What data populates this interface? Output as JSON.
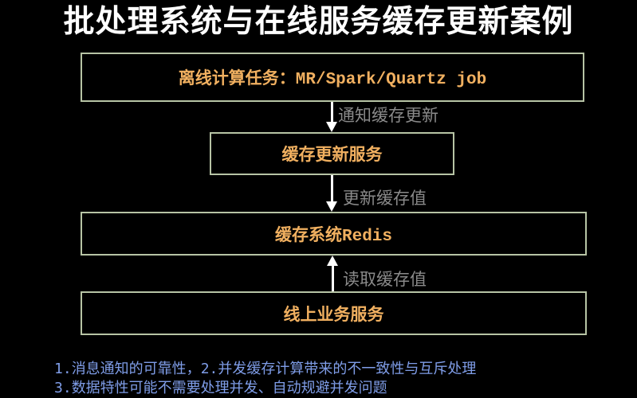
{
  "title": "批处理系统与在线服务缓存更新案例",
  "colors": {
    "background": "#000000",
    "title": "#ffffff",
    "box_border": "#b7c4a5",
    "box_label": "#f1b060",
    "edge_label": "#8a8a8a",
    "arrow": "#ffffff",
    "notes": "#7f9de8"
  },
  "nodes": [
    {
      "id": "offline-job",
      "label_cn": "离线计算任务：",
      "label_en": "MR/Spark/Quartz job"
    },
    {
      "id": "cache-update-service",
      "label": "缓存更新服务"
    },
    {
      "id": "cache-redis",
      "label_cn": "缓存系统",
      "label_en": "Redis"
    },
    {
      "id": "online-service",
      "label": "线上业务服务"
    }
  ],
  "edges": [
    {
      "from": "offline-job",
      "to": "cache-update-service",
      "direction": "down",
      "label": "通知缓存更新"
    },
    {
      "from": "cache-update-service",
      "to": "cache-redis",
      "direction": "down",
      "label": "更新缓存值"
    },
    {
      "from": "online-service",
      "to": "cache-redis",
      "direction": "up",
      "label": "读取缓存值"
    }
  ],
  "notes": {
    "line1_num1": "1.",
    "line1_text1": "消息通知的可靠性，",
    "line1_num2": "2.",
    "line1_text2": "并发缓存计算带来的不一致性与互斥处理",
    "line2_num": "3.",
    "line2_text": "数据特性可能不需要处理并发、自动规避并发问题"
  }
}
